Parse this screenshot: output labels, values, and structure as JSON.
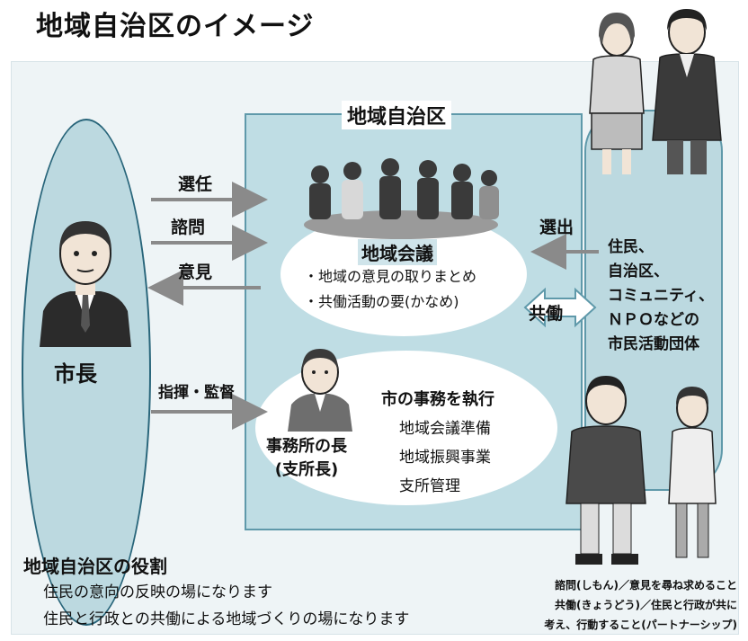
{
  "title": "地域自治区のイメージ",
  "mayor": {
    "label": "市長"
  },
  "district": {
    "title": "地域自治区",
    "meeting": {
      "name": "地域会議",
      "bullets": [
        "・地域の意見の取りまとめ",
        "・共働活動の要(かなめ)"
      ]
    },
    "office": {
      "label_line1": "事務所の長",
      "label_line2": "(支所長)",
      "tasks_heading": "市の事務を執行",
      "tasks": [
        "地域会議準備",
        "地域振興事業",
        "支所管理"
      ]
    }
  },
  "arrows": {
    "appoint": "選任",
    "consult": "諮問",
    "opinion": "意見",
    "direct": "指揮・監督",
    "elect": "選出",
    "collaborate": "共働"
  },
  "residents": {
    "lines": [
      "住民、",
      "自治区、",
      "コミュニティ、",
      "ＮＰＯなどの",
      "市民活動団体"
    ]
  },
  "roles": {
    "title": "地域自治区の役割",
    "items": [
      "住民の意向の反映の場になります",
      "住民と行政との共働による地域づくりの場になります"
    ]
  },
  "glossary": [
    "諮問(しもん)／意見を尋ね求めること",
    "共働(きょうどう)／住民と行政が共に",
    "考え、行動すること(パートナーシップ)"
  ],
  "colors": {
    "oval_fill": "#bcd9e0",
    "oval_border": "#28657a",
    "box_fill": "#bfdde4",
    "arrow": "#8a8a8a"
  }
}
